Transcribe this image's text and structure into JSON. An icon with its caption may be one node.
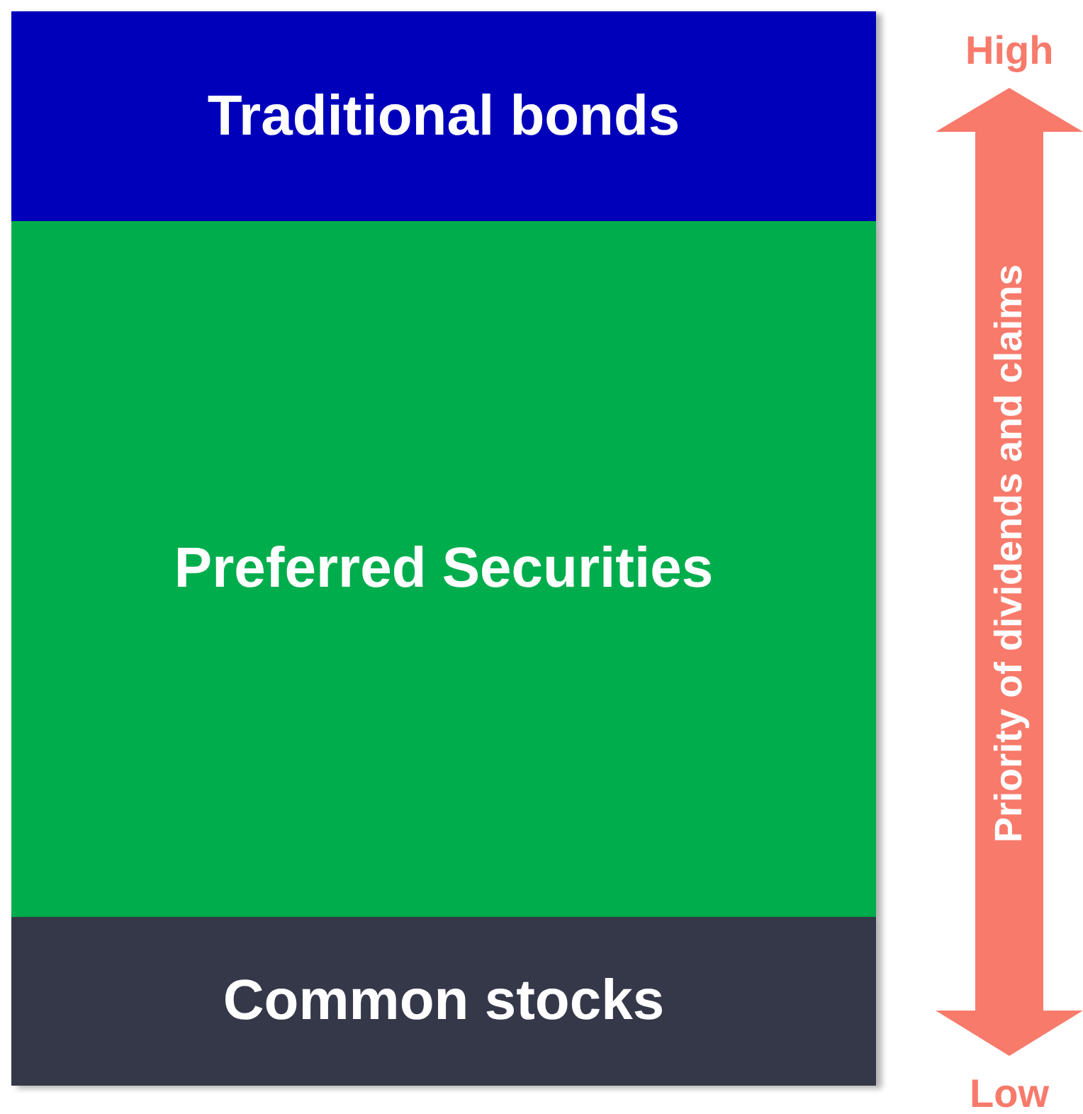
{
  "diagram": {
    "nodes": [
      {
        "text": [
          "Traditional bonds"
        ]
      },
      {
        "text": [
          "Preferred Securities"
        ]
      },
      {
        "text": [
          "Common stocks"
        ]
      }
    ],
    "labels": [
      "High",
      "Priority of dividends and claims",
      "Low"
    ]
  }
}
